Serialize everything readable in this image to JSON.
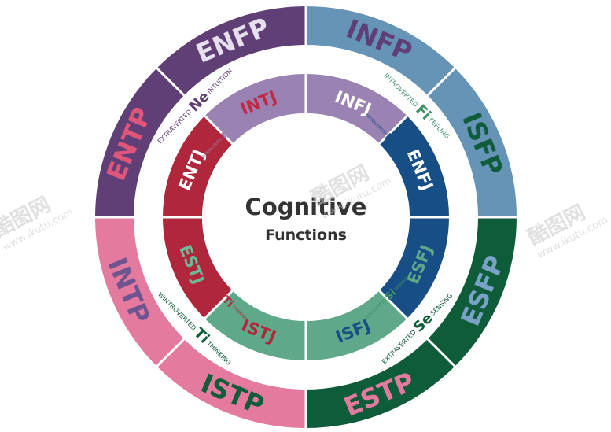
{
  "center": {
    "line1": "Cognitive",
    "line2": "Functions"
  },
  "outer_ring": [
    {
      "label": "ENFP",
      "bg": "#5f3f76",
      "fg": "#e6e0ee"
    },
    {
      "label": "INFP",
      "bg": "#6594b6",
      "fg": "#5f3f76"
    },
    {
      "label": "ISFP",
      "bg": "#6594b6",
      "fg": "#0f5c3a"
    },
    {
      "label": "ESFP",
      "bg": "#0f5c3a",
      "fg": "#7aa2c6"
    },
    {
      "label": "ESTP",
      "bg": "#0f5c3a",
      "fg": "#e47a9e"
    },
    {
      "label": "ISTP",
      "bg": "#e47a9e",
      "fg": "#0f5c3a"
    },
    {
      "label": "INTP",
      "bg": "#e47a9e",
      "fg": "#6f5490"
    },
    {
      "label": "ENTP",
      "bg": "#5f3f76",
      "fg": "#e0557a"
    }
  ],
  "inner_ring": [
    {
      "label": "INFJ",
      "bg": "#9a83b3",
      "fg": "#ffffff"
    },
    {
      "label": "ENFJ",
      "bg": "#174e86",
      "fg": "#ffffff"
    },
    {
      "label": "ESFJ",
      "bg": "#174e86",
      "fg": "#5fa98a"
    },
    {
      "label": "ISFJ",
      "bg": "#5fa98a",
      "fg": "#174e86"
    },
    {
      "label": "ISTJ",
      "bg": "#5fa98a",
      "fg": "#b0263b"
    },
    {
      "label": "ESTJ",
      "bg": "#b0263b",
      "fg": "#6fb89a"
    },
    {
      "label": "ENTJ",
      "bg": "#b0263b",
      "fg": "#ffffff"
    },
    {
      "label": "INTJ",
      "bg": "#9a83b3",
      "fg": "#c02a45"
    }
  ],
  "functions": [
    {
      "pre": "EXTRAVERTED",
      "sym": "Ne",
      "post": "INTUITION",
      "color": "#5f3f76"
    },
    {
      "pre": "INTROVERTED",
      "sym": "Fi",
      "post": "FEELING",
      "color": "#3f8f67"
    },
    {
      "pre": "EXTRAVERTED",
      "sym": "Se",
      "post": "SENSING",
      "color": "#0f5c3a"
    },
    {
      "pre": "WINTROVERTED",
      "sym": "Ti",
      "post": "THINKING",
      "color": "#0f5c3a"
    },
    {
      "pre": "INTROVERTED",
      "sym": "Ni",
      "post": "INTUITION",
      "color": "#9a83b3"
    },
    {
      "pre": "EXTRAVERTED",
      "sym": "Fe",
      "post": "FEELING",
      "color": "#174e86"
    },
    {
      "pre": "INTROVERTED",
      "sym": "Si",
      "post": "SENSING",
      "color": "#3f8f67"
    },
    {
      "pre": "EXTRAVERTED",
      "sym": "Ti",
      "post": "THINKING",
      "color": "#b0263b"
    }
  ],
  "watermark": {
    "brand": "酷图网",
    "url": "www.ikutu.com"
  }
}
